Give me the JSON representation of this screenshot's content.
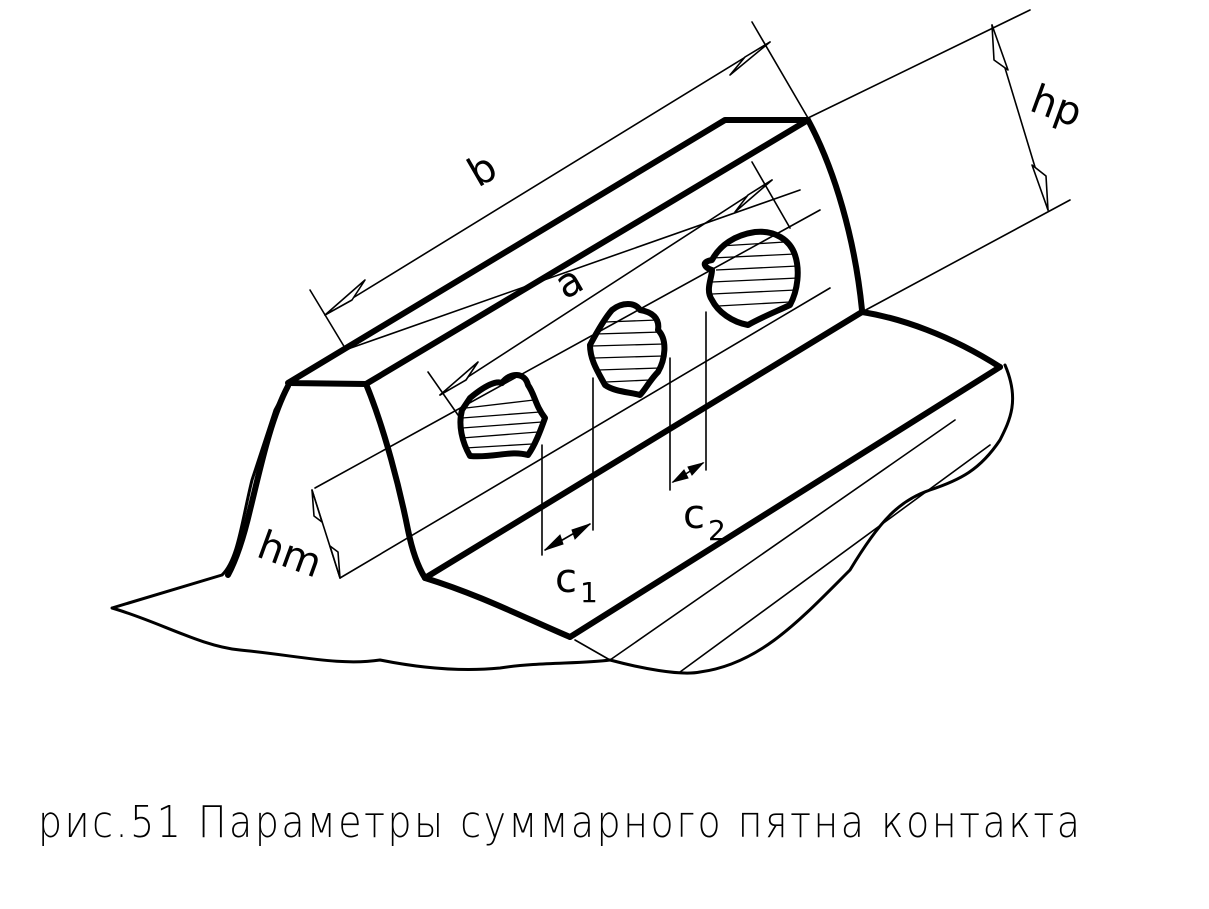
{
  "figure": {
    "caption": "рис.51 Параметры суммарного пятна контакта"
  },
  "labels": {
    "b": "b",
    "a": "a",
    "hp": "hp",
    "hm": "hm",
    "c1": "c",
    "c1_sub": "1",
    "c2": "c",
    "c2_sub": "2"
  }
}
